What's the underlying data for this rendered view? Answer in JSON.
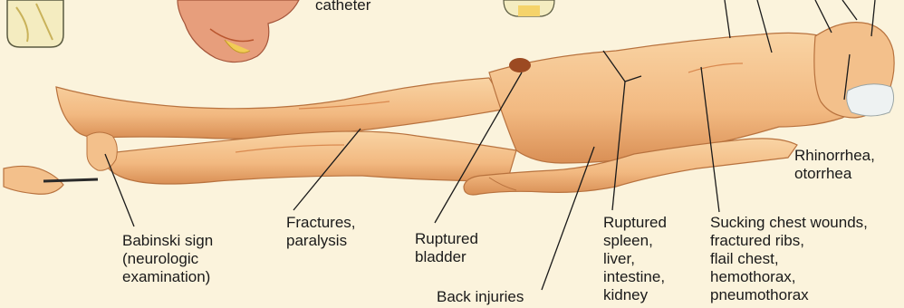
{
  "labels": {
    "catheter": "catheter",
    "babinski": [
      "Babinski sign",
      "(neurologic",
      "examination)"
    ],
    "fractures": [
      "Fractures,",
      "paralysis"
    ],
    "bladder": [
      "Ruptured",
      "bladder"
    ],
    "back": "Back injuries",
    "spleen": [
      "Ruptured",
      "spleen,",
      "liver,",
      "intestine,",
      "kidney"
    ],
    "chest": [
      "Sucking chest wounds,",
      "fractured ribs,",
      "flail chest,",
      "hemothorax,",
      "pneumothorax"
    ],
    "rhinorrhea": [
      "Rhinorrhea,",
      "otorrhea"
    ]
  },
  "colors": {
    "background": "#fbf3dc",
    "skin": "#f5c38e",
    "skin_shadow": "#d9894f",
    "bandage": "#eef2f2",
    "text": "#1a1a1a"
  }
}
